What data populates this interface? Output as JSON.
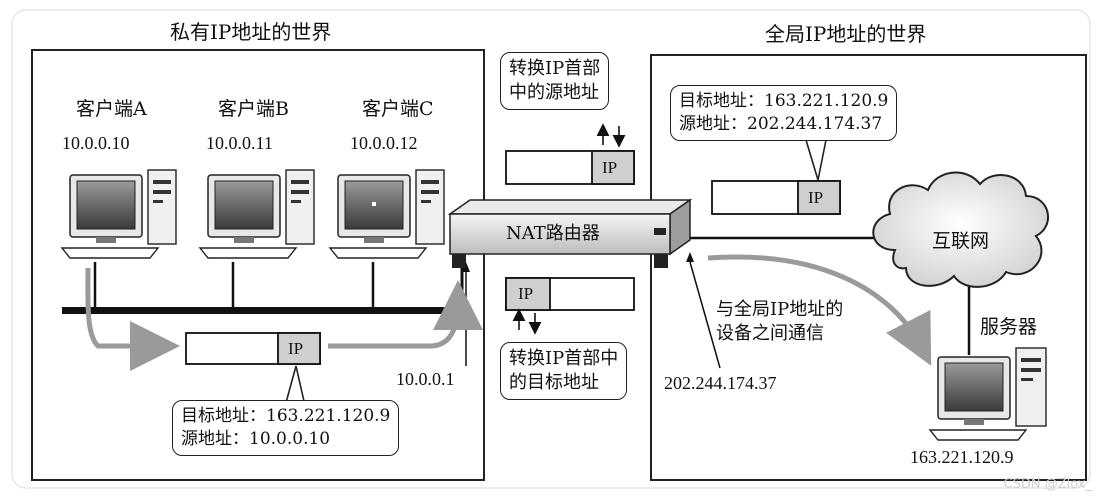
{
  "titles": {
    "private_world": "私有IP地址的世界",
    "global_world": "全局IP地址的世界"
  },
  "clients": [
    {
      "name": "客户端A",
      "ip": "10.0.0.10"
    },
    {
      "name": "客户端B",
      "ip": "10.0.0.11"
    },
    {
      "name": "客户端C",
      "ip": "10.0.0.12"
    }
  ],
  "router": {
    "label": "NAT路由器",
    "lan_ip": "10.0.0.1",
    "wan_ip": "202.244.174.37"
  },
  "internet": {
    "label": "互联网"
  },
  "server": {
    "label": "服务器",
    "ip": "163.221.120.9"
  },
  "packet_label": "IP",
  "callouts": {
    "src_convert": [
      "转换IP首部",
      "中的源地址"
    ],
    "dst_convert": [
      "转换IP首部中",
      "的目标地址"
    ],
    "global_addr": [
      "目标地址：163.221.120.9",
      "源地址：202.244.174.37"
    ],
    "private_addr": [
      "目标地址：163.221.120.9",
      "源地址：10.0.0.10"
    ],
    "communicate": [
      "与全局IP地址的",
      "设备之间通信"
    ]
  },
  "watermark": "CSDN @Zlox_"
}
